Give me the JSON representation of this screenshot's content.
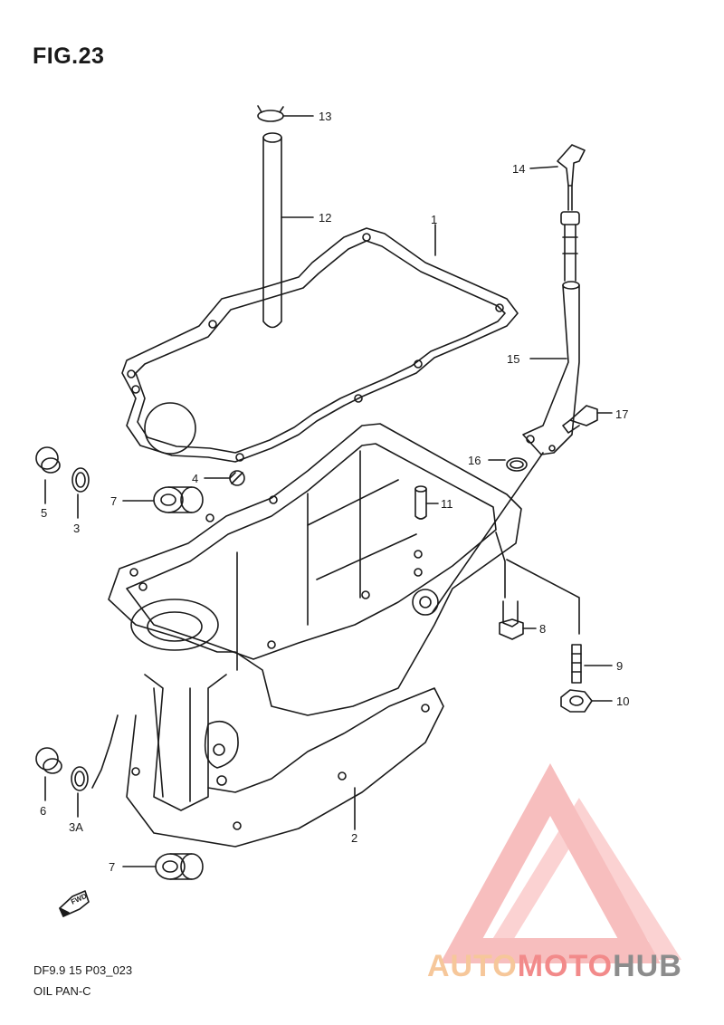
{
  "figure": {
    "title": "FIG.23"
  },
  "parts": [
    {
      "no": "1"
    },
    {
      "no": "2"
    },
    {
      "no": "3"
    },
    {
      "no": "3A"
    },
    {
      "no": "4"
    },
    {
      "no": "5"
    },
    {
      "no": "6"
    },
    {
      "no": "7"
    },
    {
      "no": "7"
    },
    {
      "no": "8"
    },
    {
      "no": "9"
    },
    {
      "no": "10"
    },
    {
      "no": "11"
    },
    {
      "no": "12"
    },
    {
      "no": "13"
    },
    {
      "no": "14"
    },
    {
      "no": "15"
    },
    {
      "no": "16"
    },
    {
      "no": "17"
    }
  ],
  "orientation": {
    "fwd": "FWD"
  },
  "footer": {
    "code": "DF9.9 15 P03_023",
    "name": "OIL PAN-C"
  },
  "watermark": {
    "part1": "AUTO",
    "part2": "MOTO",
    "part3": "HUB"
  },
  "colors": {
    "line": "#1a1a1a",
    "brand_light": "#f6c79a",
    "brand_mid": "#f28a8a",
    "brand_dark": "#8c8c8c"
  }
}
